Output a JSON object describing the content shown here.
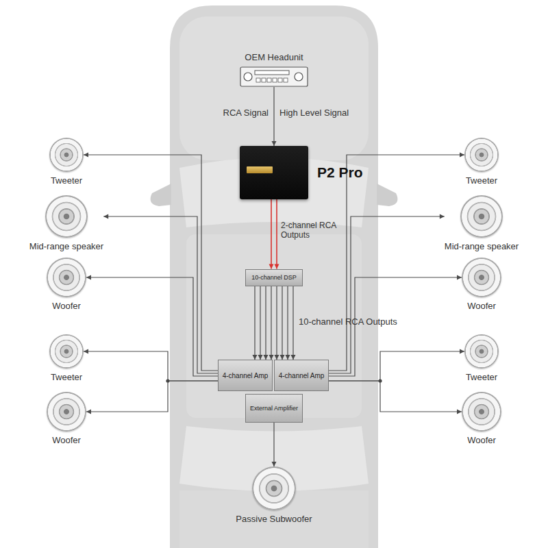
{
  "diagram": {
    "nodes": [
      {
        "text": [
          "OEM Headunit"
        ]
      },
      {
        "text": [
          "P2 Pro"
        ]
      },
      {
        "text": [
          "Tweeter"
        ]
      },
      {
        "text": [
          "Tweeter"
        ]
      },
      {
        "text": [
          "Mid-range speaker"
        ]
      },
      {
        "text": [
          "Mid-range speaker"
        ]
      },
      {
        "text": [
          "Woofer"
        ]
      },
      {
        "text": [
          "Woofer"
        ]
      },
      {
        "text": [
          "10-channel DSP"
        ]
      },
      {
        "text": [
          "Tweeter"
        ]
      },
      {
        "text": [
          "Tweeter"
        ]
      },
      {
        "text": [
          "4-channel Amp"
        ]
      },
      {
        "text": [
          "4-channel Amp"
        ]
      },
      {
        "text": [
          "Woofer"
        ]
      },
      {
        "text": [
          "Woofer"
        ]
      },
      {
        "text": [
          "External Amplifier"
        ]
      },
      {
        "text": [
          "Passive Subwoofer"
        ]
      }
    ],
    "edges": [
      {
        "from": 0,
        "to": 1,
        "arrow": "to"
      },
      {
        "from": 1,
        "to": 8,
        "label": "2-channel RCA Outputs",
        "arrow": "to"
      },
      {
        "from": 8,
        "to": 11,
        "arrow": "to"
      },
      {
        "from": 8,
        "to": 12,
        "arrow": "to"
      },
      {
        "from": 11,
        "to": 2,
        "arrow": "to"
      },
      {
        "from": 11,
        "to": 4,
        "arrow": "to"
      },
      {
        "from": 11,
        "to": 6,
        "arrow": "to"
      },
      {
        "from": 11,
        "to": 9,
        "arrow": "to"
      },
      {
        "from": 11,
        "to": 13,
        "arrow": "to"
      },
      {
        "from": 12,
        "to": 3,
        "arrow": "to"
      },
      {
        "from": 12,
        "to": 5,
        "arrow": "to"
      },
      {
        "from": 12,
        "to": 7,
        "arrow": "to"
      },
      {
        "from": 12,
        "to": 10,
        "arrow": "to"
      },
      {
        "from": 12,
        "to": 14,
        "arrow": "to"
      },
      {
        "from": 15,
        "to": 16,
        "arrow": "to"
      }
    ],
    "labels": [
      "RCA Signal",
      "High Level Signal",
      "10-channel RCA Outputs"
    ]
  }
}
